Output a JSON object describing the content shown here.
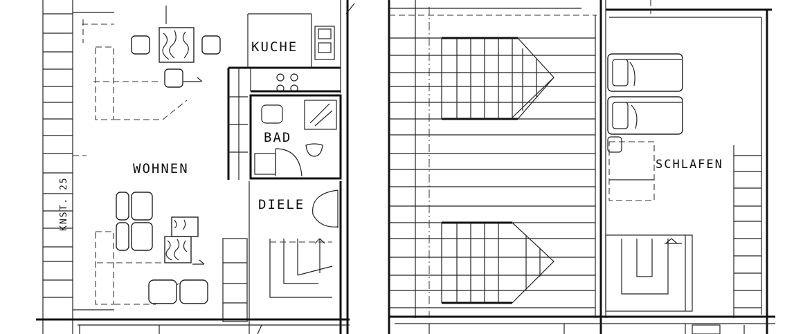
{
  "labels": {
    "kuche": "KUCHE",
    "bad": "BAD",
    "wohnen": "WOHNEN",
    "diele": "DIELE",
    "schlafen": "SCHLAFEN",
    "knst": "KNST. 25"
  },
  "colors": {
    "ink": "#111111",
    "paper": "#ffffff"
  }
}
